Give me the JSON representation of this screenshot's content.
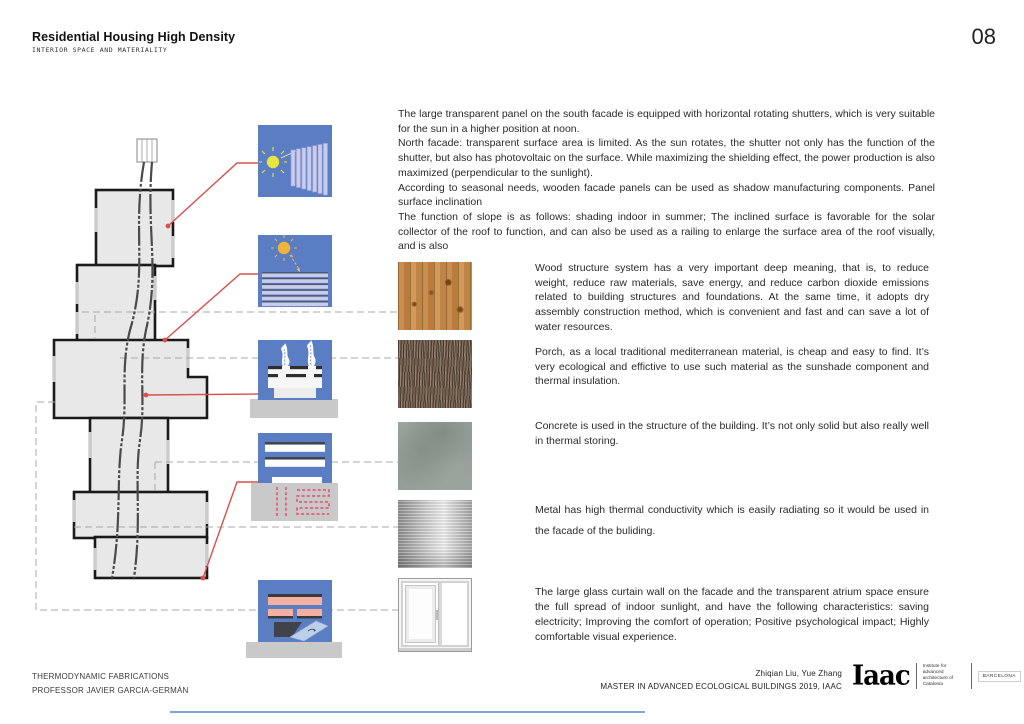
{
  "header": {
    "title": "Residential Housing High Density",
    "subtitle": "INTERIOR SPACE AND MATERIALITY",
    "page_number": "08"
  },
  "intro": {
    "paragraphs": [
      "The large transparent panel on the south facade is equipped with horizontal rotating shutters, which is very suitable for the sun in a higher position at noon.",
      "North facade: transparent surface area is limited.  As the sun rotates, the shutter not only has the function of the shutter, but also has photovoltaic on the surface. While maximizing the shielding effect, the power production is also maximized (perpendicular to the sunlight).",
      "According to seasonal needs, wooden facade panels can be used as shadow manufacturing components.  Panel surface inclination",
      "The function of slope is as follows: shading indoor in summer;  The inclined surface is favorable for the solar collector of the roof to function, and can also be used as a railing to enlarge the surface area of the roof visually, and is also"
    ]
  },
  "materials": [
    {
      "id": "wood",
      "texture_name": "wood-planks-photo",
      "description": "Wood structure system has a very important deep meaning, that is, to reduce weight, reduce raw materials, save energy, and reduce carbon dioxide emissions related to building structures and foundations.  At the same time, it adopts dry assembly construction method, which is convenient and fast and can save a lot of water resources."
    },
    {
      "id": "porch",
      "texture_name": "straw-fiber-photo",
      "description": "Porch, as a local traditional mediterranean material, is cheap and easy to find. It’s very ecological and effictive to use such material as the sunshade component and thermal insulation."
    },
    {
      "id": "concrete",
      "texture_name": "concrete-photo",
      "description": "Concrete is used in the structure of the building. It’s not only solid but also really well in thermal storing."
    },
    {
      "id": "metal",
      "texture_name": "brushed-metal-photo",
      "description": "Metal has high thermal conductivity which is easily radiating so it would be used in the facade of the buliding."
    },
    {
      "id": "glass",
      "texture_name": "sliding-window-photo",
      "description": "The large glass curtain wall on the facade and the transparent atrium space ensure the full spread of indoor sunlight, and have the following characteristics: saving electricity; Improving the comfort of operation;  Positive psychological impact;  Highly comfortable visual experience."
    }
  ],
  "diagrams": [
    {
      "id": "vertical-rotating-shutters-diagram"
    },
    {
      "id": "horizontal-louvers-sun-diagram"
    },
    {
      "id": "thermal-chimney-porch-diagram"
    },
    {
      "id": "radiant-slab-pipes-diagram"
    },
    {
      "id": "glass-curtain-wall-diagram"
    }
  ],
  "footer": {
    "course": "THERMODYNAMIC FABRICATIONS",
    "professor": "PROFESSOR JAVIER GARCIA-GERMÁN",
    "students": "Zhiqian Liu, Yue Zhang",
    "program": "MASTER IN ADVANCED ECOLOGICAL BUILDINGS 2019, IAAC",
    "logo": {
      "wordmark": "Iaac",
      "institute": "Institute for advanced architecture of Catalonia",
      "city": "BARCELONA"
    }
  },
  "colors": {
    "diagram_blue": "#5b7dc4",
    "leader_red": "#d9504c",
    "pipe_pink": "#e84a6e",
    "plan_fill": "#e8e8e8",
    "slat_lavender": "#c7ccee",
    "sun_yellow": "#e6e63e",
    "sun_orange": "#f0b43c",
    "salmon_slab": "#f6b0a2"
  }
}
